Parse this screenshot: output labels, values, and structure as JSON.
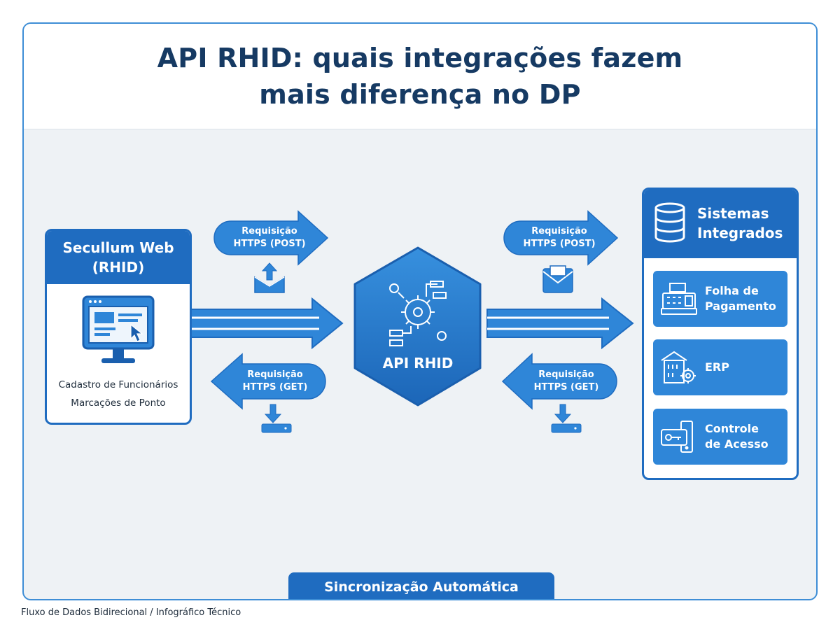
{
  "header": {
    "title_line1": "API RHID: quais integrações fazem",
    "title_line2": "mais diferença no DP"
  },
  "source": {
    "title_line1": "Secullum Web",
    "title_line2": "(RHID)",
    "icon": "monitor-cursor-icon",
    "lines": [
      "Cadastro de Funcionários",
      "Marcações de Ponto"
    ]
  },
  "center": {
    "label": "API RHID",
    "icon": "gear-network-icon"
  },
  "requests": {
    "left_post": [
      "Requisição",
      "HTTPS (POST)"
    ],
    "left_get": [
      "Requisição",
      "HTTPS (GET)"
    ],
    "right_post": [
      "Requisição",
      "HTTPS (POST)"
    ],
    "right_get": [
      "Requisição",
      "HTTPS (GET)"
    ],
    "icons": [
      "upload-envelope-icon",
      "download-tray-icon",
      "mail-envelope-icon",
      "download-tray-icon"
    ]
  },
  "systems": {
    "title_line1": "Sistemas",
    "title_line2": "Integrados",
    "icon": "database-icon",
    "items": [
      {
        "line1": "Folha de",
        "line2": "Pagamento",
        "icon": "cash-register-icon"
      },
      {
        "line1": "ERP",
        "line2": "",
        "icon": "building-gear-icon"
      },
      {
        "line1": "Controle",
        "line2": "de Acesso",
        "icon": "access-card-icon"
      }
    ]
  },
  "footer": {
    "band": "Sincronização Automática",
    "caption": "Fluxo de Dados Bidirecional / Infográfico Técnico"
  },
  "colors": {
    "primary": "#1f6cc0",
    "accent": "#2f86d8",
    "title": "#163a63",
    "background": "#eef2f5"
  }
}
